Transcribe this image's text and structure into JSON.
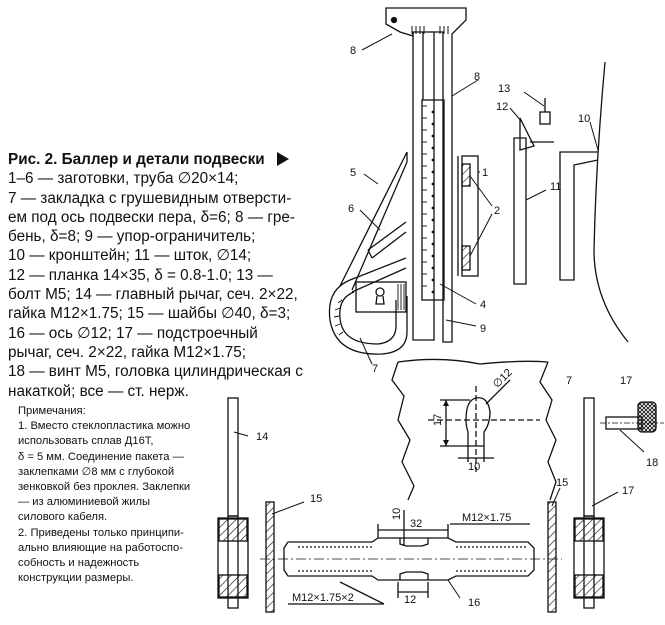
{
  "caption": {
    "title": "Рис. 2. Баллер и детали подвески",
    "lines": [
      "1–6 — заготовки, труба ∅20×14;",
      "7 — закладка с грушевидным отверсти-",
      "ем под ось подвески пера, δ=6; 8 — гре-",
      "бень, δ=8; 9 — упор-ограничитель;",
      "10 — кронштейн; 11 — шток, ∅14;",
      "12 — планка 14×35, δ = 0.8-1.0; 13 —",
      "болт М5; 14 — главный рычаг, сеч. 2×22,",
      "гайка М12×1.75; 15 — шайбы ∅40, δ=3;",
      "16 — ось ∅12; 17 — подстроечный",
      "рычаг, сеч. 2×22, гайка М12×1.75;",
      "18 — винт М5, головка цилиндрическая с",
      "накаткой; все — ст. нерж."
    ]
  },
  "notes": {
    "lines": [
      "Примечания:",
      "1. Вместо стеклопластика можно",
      "использовать сплав Д16Т,",
      "δ = 5 мм. Соединение пакета —",
      "заклепками ∅8 мм с глубокой",
      "зенковкой без проклея. Заклепки",
      "— из алюминиевой жилы",
      "силового кабеля.",
      "2. Приведены только принципи-",
      "ально влияющие на работоспо-",
      "собность и надежность",
      "конструкции размеры."
    ]
  },
  "labels": {
    "l1": "1",
    "l2": "2",
    "l4": "4",
    "l5": "5",
    "l6": "6",
    "l7a": "7",
    "l7b": "7",
    "l8a": "8",
    "l8b": "8",
    "l9": "9",
    "l10": "10",
    "l11": "11",
    "l12": "12",
    "l13": "13",
    "l14": "14",
    "l15a": "15",
    "l15b": "15",
    "l16": "16",
    "l17a": "17",
    "l17b": "17",
    "l18": "18"
  },
  "dims": {
    "d12": "∅12",
    "h17": "17",
    "w10": "10",
    "v10": "10",
    "w32": "32",
    "w12": "12",
    "thread_right": "M12×1.75",
    "thread_left": "M12×1.75×2"
  }
}
